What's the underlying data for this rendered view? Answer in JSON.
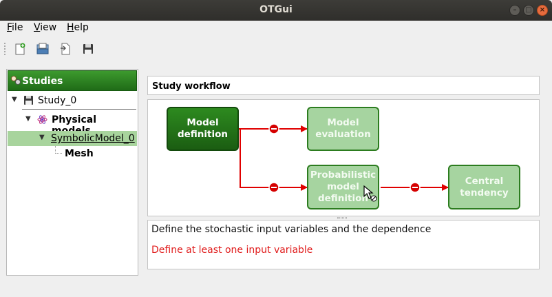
{
  "window": {
    "title": "OTGui"
  },
  "menubar": {
    "items": [
      {
        "accel": "F",
        "rest": "ile"
      },
      {
        "accel": "V",
        "rest": "iew"
      },
      {
        "accel": "H",
        "rest": "elp"
      }
    ]
  },
  "toolbar": {
    "buttons": [
      "new-study-icon",
      "open-study-icon",
      "import-python-icon",
      "save-icon"
    ]
  },
  "sidebar": {
    "header": "Studies",
    "tree": [
      {
        "label": "Study_0",
        "icon": "save-icon",
        "expanded": true
      },
      {
        "label": "Physical models",
        "icon": "atom-icon",
        "expanded": true
      },
      {
        "label": "SymbolicModel_0",
        "expanded": true,
        "selected": true
      },
      {
        "label": "Mesh"
      }
    ]
  },
  "workflow": {
    "title": "Study workflow",
    "nodes": {
      "model_definition": "Model definition",
      "model_evaluation": "Model evaluation",
      "probabilistic_model_definition": "Probabilistic model definition",
      "central_tendency": "Central tendency"
    },
    "colors": {
      "arrow": "#e00000",
      "active": "#1f6b17",
      "inactive": "#a6d4a0"
    }
  },
  "message": {
    "description": "Define the stochastic input variables and the dependence",
    "error": "Define at least one input variable"
  }
}
